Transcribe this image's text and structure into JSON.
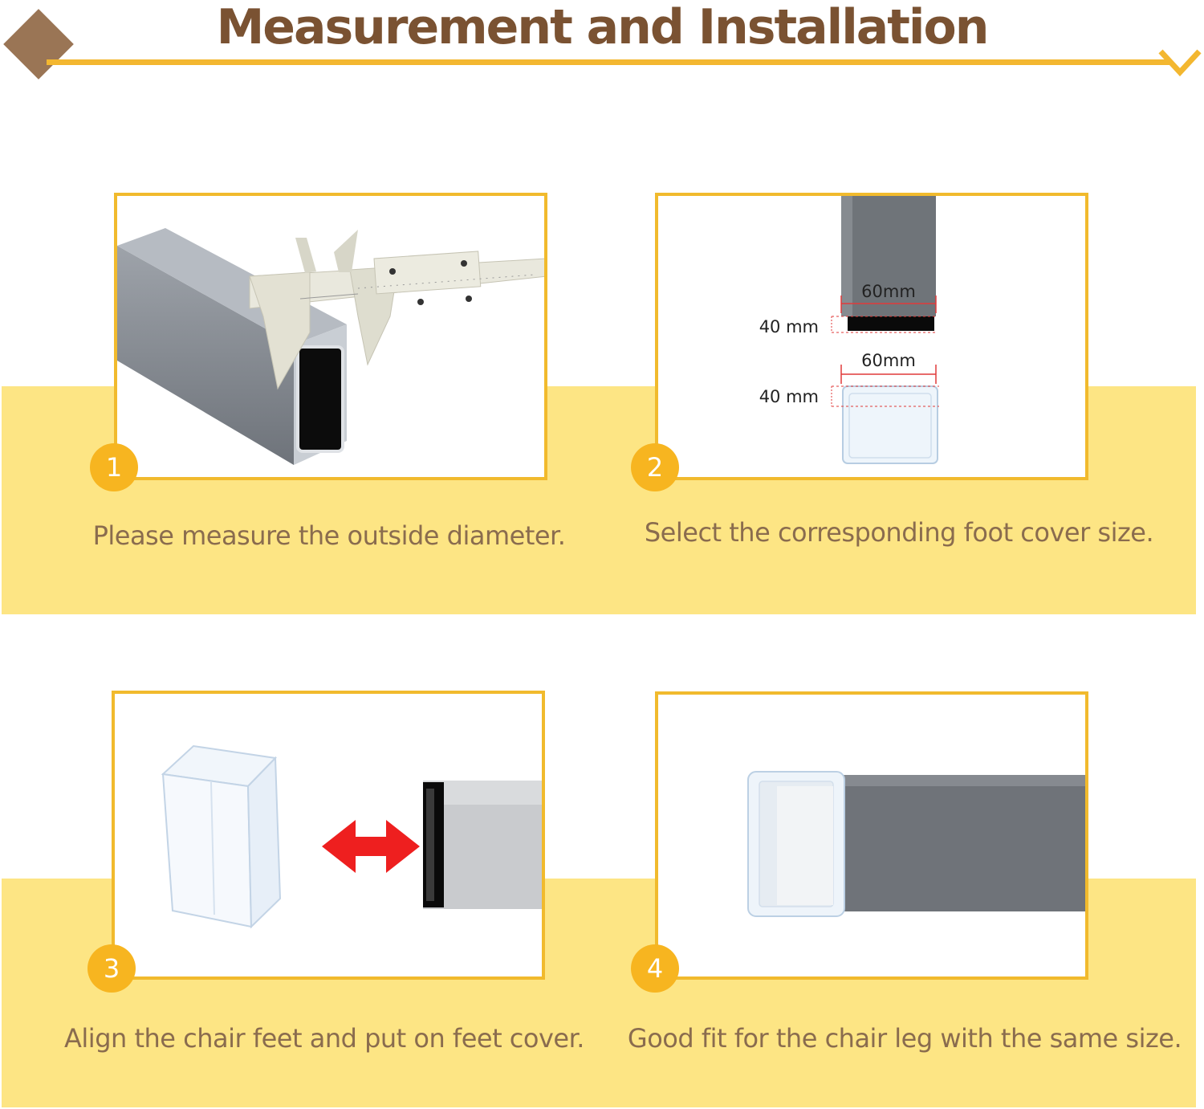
{
  "header": {
    "title": "Measurement and Installation"
  },
  "colors": {
    "title": "#7a5232",
    "accent": "#f3b730",
    "band": "#fde584",
    "frame": "#f1ba2d",
    "caption": "#8a6c4e",
    "badge": "#f7b520"
  },
  "steps": [
    {
      "number": "1",
      "caption": "Please measure the outside diameter."
    },
    {
      "number": "2",
      "caption": "Select the corresponding foot cover size."
    },
    {
      "number": "3",
      "caption": "Align the chair feet and put on feet cover."
    },
    {
      "number": "4",
      "caption": "Good fit for the chair leg with the same size."
    }
  ],
  "diagram": {
    "tube_width": "60mm",
    "tube_height": "40 mm",
    "cover_width": "60mm",
    "cover_height": "40 mm"
  },
  "icons": [
    "diamond-icon",
    "chevron-down-icon",
    "caliper-icon",
    "double-arrow-icon"
  ]
}
